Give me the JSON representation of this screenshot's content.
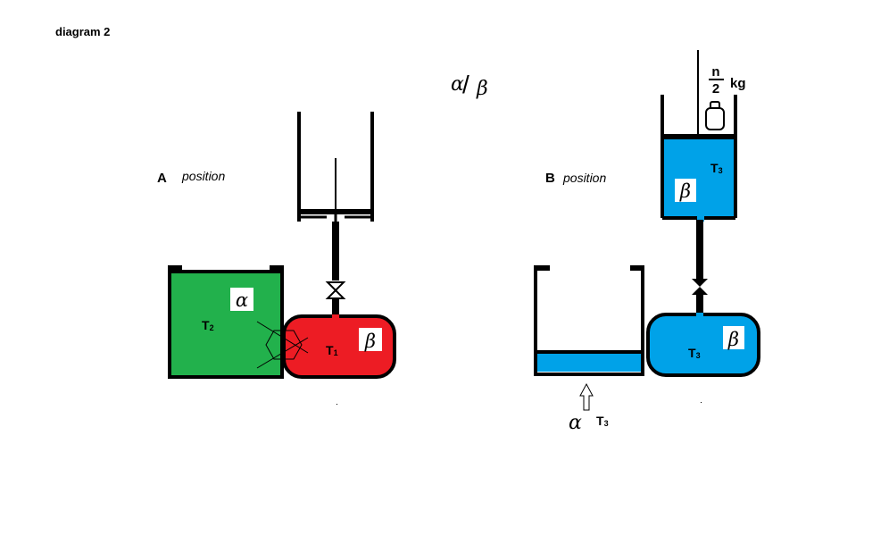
{
  "title": "diagram 2",
  "header_ratio": {
    "alpha": "α",
    "slash": "/",
    "beta": "β"
  },
  "position_a": {
    "letter": "A",
    "label": "position",
    "left_tank": {
      "substance": "α",
      "temp": "T",
      "temp_sub": "2",
      "color": "#22b14c"
    },
    "right_tank": {
      "substance": "β",
      "temp": "T",
      "temp_sub": "1",
      "color": "#ed1c24"
    }
  },
  "position_b": {
    "letter": "B",
    "label": "position",
    "open_tank": {
      "substance": "α",
      "temp": "T",
      "temp_sub": "3",
      "color": "#00a2e8"
    },
    "right_tank": {
      "substance": "β",
      "temp": "T",
      "temp_sub": "3",
      "color": "#00a2e8"
    },
    "cylinder": {
      "substance": "β",
      "temp": "T",
      "temp_sub": "3",
      "color": "#00a2e8"
    },
    "weight": {
      "numerator": "n",
      "denominator": "2",
      "unit": "kg"
    }
  },
  "colors": {
    "outline": "#000000",
    "green": "#22b14c",
    "red": "#ed1c24",
    "blue": "#00a2e8"
  }
}
